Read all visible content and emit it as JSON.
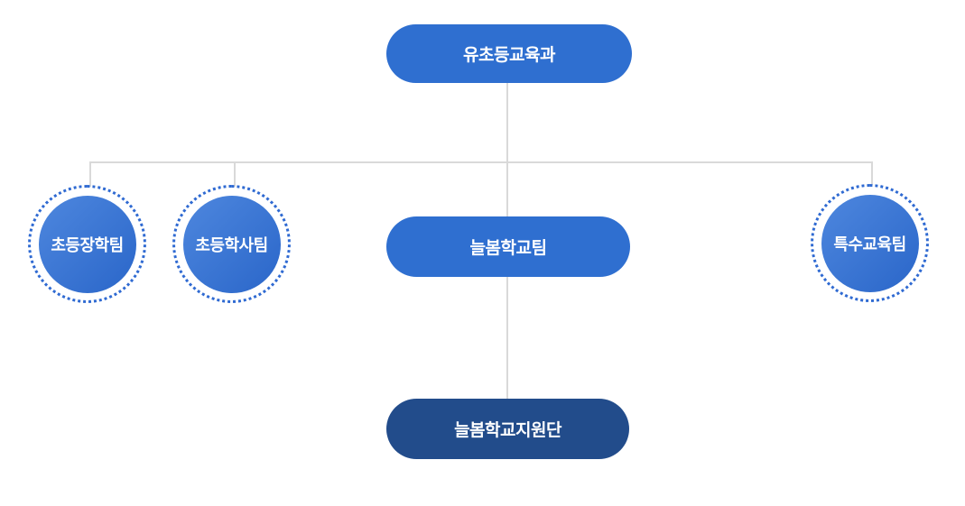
{
  "org_chart": {
    "root": {
      "label": "유초등교육과",
      "shape": "pill"
    },
    "branches": [
      {
        "label": "초등장학팀",
        "shape": "dotted-circle"
      },
      {
        "label": "초등학사팀",
        "shape": "dotted-circle"
      },
      {
        "label": "늘봄학교팀",
        "shape": "pill"
      },
      {
        "label": "특수교육팀",
        "shape": "dotted-circle"
      }
    ],
    "sub_node": {
      "label": "늘봄학교지원단",
      "shape": "pill",
      "connected_to": "늘봄학교팀"
    }
  },
  "colors": {
    "node_blue": "#2f6fd0",
    "node_dark_blue": "#224c8b",
    "circle_gradient_start": "#4e87de",
    "circle_gradient_end": "#2a66c9",
    "dotted_ring": "#2f6ad2",
    "connector_line": "#d9d9d9",
    "node_text": "#ffffff",
    "background": "#ffffff"
  }
}
